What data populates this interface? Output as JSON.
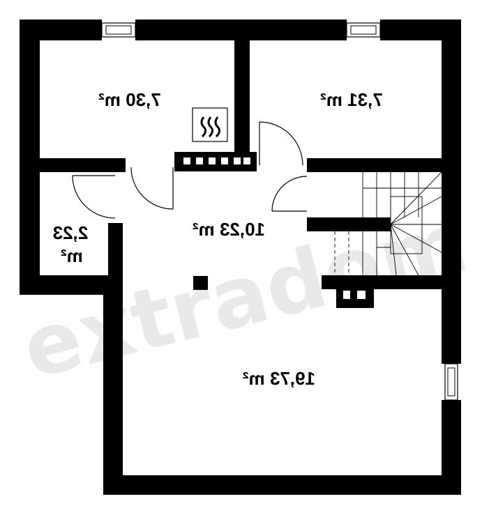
{
  "watermark": "extradom",
  "rooms": {
    "top_left": {
      "area": "7,30",
      "unit": "m²"
    },
    "top_right": {
      "area": "7,31",
      "unit": "m²"
    },
    "hall": {
      "area": "10,23",
      "unit": "m²"
    },
    "small_left": {
      "area": "2,23",
      "unit": "m²"
    },
    "main": {
      "area": "19,73",
      "unit": "m²"
    }
  },
  "colors": {
    "wall": "#000000",
    "background": "#ffffff",
    "watermark": "#e9e9e9"
  }
}
